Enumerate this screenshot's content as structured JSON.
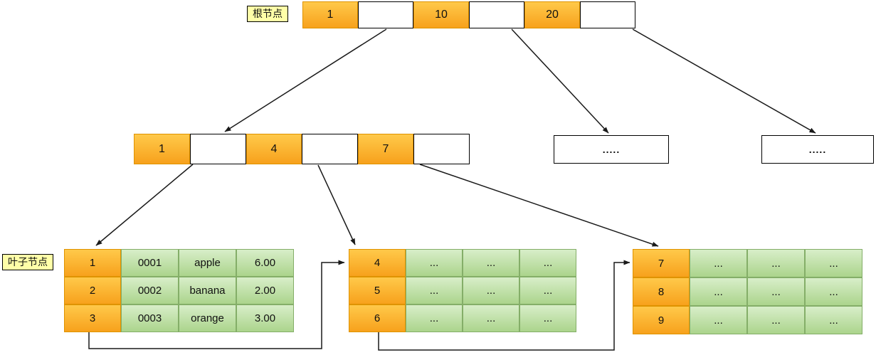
{
  "labels": {
    "root": "根节点",
    "leaf": "叶子节点"
  },
  "root_node": {
    "cells": [
      "1",
      "",
      "10",
      "",
      "20",
      ""
    ]
  },
  "internal_node": {
    "cells": [
      "1",
      "",
      "4",
      "",
      "7",
      ""
    ]
  },
  "dots_nodes": {
    "left": ".....",
    "right": "....."
  },
  "leaves": [
    {
      "rows": [
        [
          "1",
          "0001",
          "apple",
          "6.00"
        ],
        [
          "2",
          "0002",
          "banana",
          "2.00"
        ],
        [
          "3",
          "0003",
          "orange",
          "3.00"
        ]
      ]
    },
    {
      "rows": [
        [
          "4",
          "...",
          "...",
          "..."
        ],
        [
          "5",
          "...",
          "...",
          "..."
        ],
        [
          "6",
          "...",
          "...",
          "..."
        ]
      ]
    },
    {
      "rows": [
        [
          "7",
          "...",
          "...",
          "..."
        ],
        [
          "8",
          "...",
          "...",
          "..."
        ],
        [
          "9",
          "...",
          "...",
          "..."
        ]
      ]
    }
  ],
  "colors": {
    "key_cell_top": "#ffc94a",
    "key_cell_bottom": "#f7a11c",
    "key_cell_border": "#df9300",
    "value_cell_top": "#d8eec9",
    "value_cell_bottom": "#abd48c",
    "value_cell_border": "#84ae68",
    "pointer_cell_bg": "#ffffff",
    "node_border": "#000000",
    "label_bg": "#ffffa8",
    "arrow": "#1a1a1a"
  }
}
